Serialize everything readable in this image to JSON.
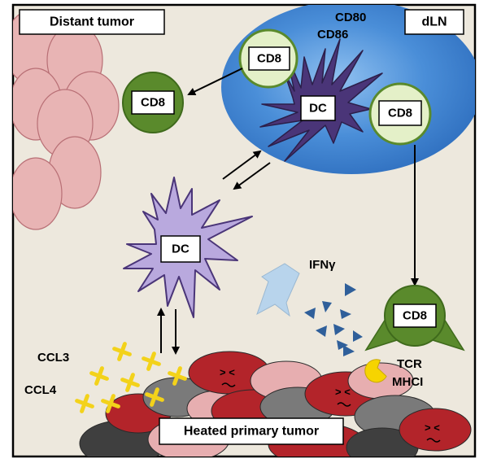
{
  "labels": {
    "distant_tumor": "Distant tumor",
    "dln": "dLN",
    "cd80": "CD80",
    "cd86": "CD86",
    "cd8_node_left": "CD8",
    "cd8_node_right": "CD8",
    "cd8_outside": "CD8",
    "cd8_effector": "CD8",
    "dc_node": "DC",
    "dc_tumor": "DC",
    "ifn_gamma": "IFNγ",
    "ccl3": "CCL3",
    "ccl4": "CCL4",
    "tcr": "TCR",
    "mhci": "MHCI",
    "heated_tumor": "Heated primary tumor",
    "face_1": "> <",
    "face_2": "> <",
    "face_3": "> <"
  },
  "colors": {
    "background": "#ede8dd",
    "frame": "#000000",
    "lymph_node": "#4a8ed8",
    "distant_cells": "#e8b4b4",
    "cd8_dark": "#5a8a2c",
    "cd8_light": "#e4f0c8",
    "dc_dark": "#4a3578",
    "dc_light": "#b9a9de",
    "ifn": "#2f5f9a",
    "chemokine": "#f3d21a",
    "tumor_red": "#b3242a",
    "tumor_pink": "#e7aeb0",
    "tumor_gray": "#7a7a7a",
    "tumor_dark": "#3f3f3f",
    "mhc": "#f6d400",
    "arrow_hollow": "#b8d4ec"
  }
}
